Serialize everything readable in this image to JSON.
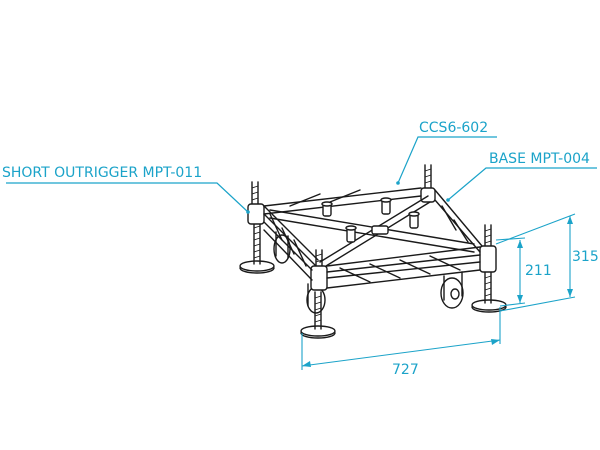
{
  "labels": {
    "short_outrigger": "SHORT OUTRIGGER MPT-011",
    "ccs6": "CCS6-602",
    "base": "BASE MPT-004"
  },
  "dimensions": {
    "height_inner": "211",
    "height_outer": "315",
    "width": "727"
  },
  "colors": {
    "annotation": "#1ba3c9",
    "drawing": "#1a1a1a"
  }
}
